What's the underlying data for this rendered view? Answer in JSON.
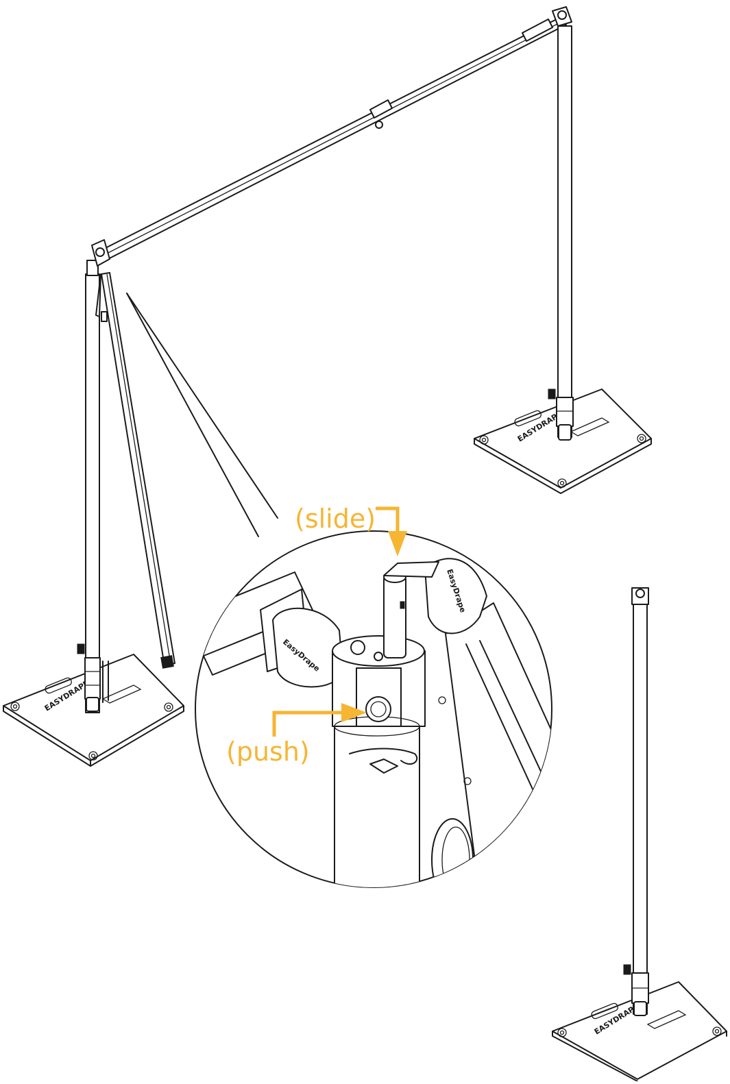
{
  "annotations": {
    "slide": "(slide)",
    "push": "(push)",
    "color": "#f6b533"
  },
  "brand": {
    "base_logo": "EASYDRAPE",
    "bracket_logo": "EasyDrape"
  },
  "parts": {
    "crossbar": "telescopic-crossbar",
    "upright": "upright-pole",
    "brace": "diagonal-brace",
    "base": "square-base-plate",
    "connector": "top-connector",
    "pin": "locking-slide-pin",
    "button": "push-button",
    "clip": "safety-clip"
  },
  "colors": {
    "line": "#1a1a1a",
    "background": "#ffffff",
    "accent": "#f6b533"
  }
}
